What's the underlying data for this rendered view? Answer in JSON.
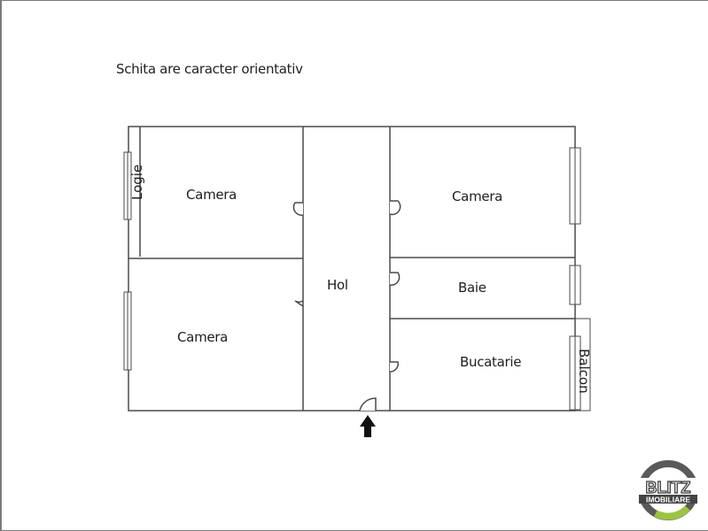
{
  "title": "Schita are caracter orientativ",
  "rooms": {
    "camera_top_left": "Camera",
    "camera_bottom_left": "Camera",
    "hol": "Hol",
    "camera_top_right": "Camera",
    "baie": "Baie",
    "bucatarie": "Bucatarie",
    "logie": "Logie",
    "balcon": "Balcon"
  },
  "entrance": {
    "icon": "arrow-up-icon"
  },
  "logo": {
    "line1": "BLITZ",
    "line2": "IMOBILIARE",
    "ring_color": "#5a5a5a",
    "accent_color": "#9bc53d"
  },
  "colors": {
    "wall": "#4a4a4a",
    "background": "#ffffff",
    "text": "#1e1e1e"
  }
}
